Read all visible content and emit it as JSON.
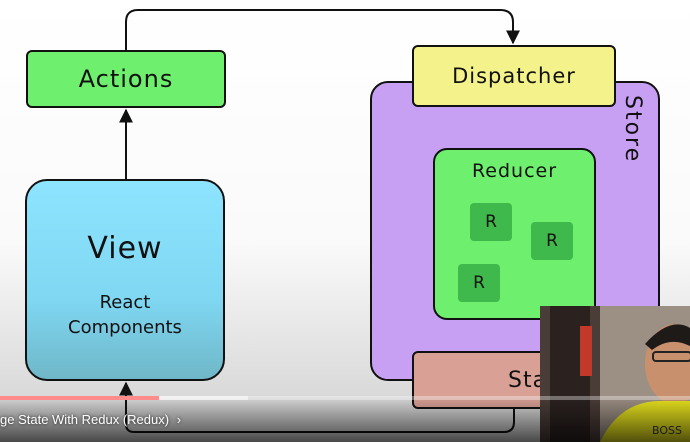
{
  "diagram": {
    "actions_label": "Actions",
    "view_title": "View",
    "view_subtitle_line1": "React",
    "view_subtitle_line2": "Components",
    "dispatcher_label": "Dispatcher",
    "store_label": "Store",
    "reducer_label": "Reducer",
    "sub_reducer_label": "R",
    "state_label": "State"
  },
  "colors": {
    "actions": "#6ef06e",
    "view": "#8de4ff",
    "dispatcher": "#f4f28a",
    "store": "#c7a0f4",
    "reducer": "#6ef06e",
    "sub_reducer": "#3fb84c",
    "state": "#d9a196",
    "progress": "#ff0000"
  },
  "player": {
    "chapter_title": "ge State With Redux (Redux)",
    "chapter_chevron": "chevron-right-icon",
    "progress_fraction": 0.23
  }
}
